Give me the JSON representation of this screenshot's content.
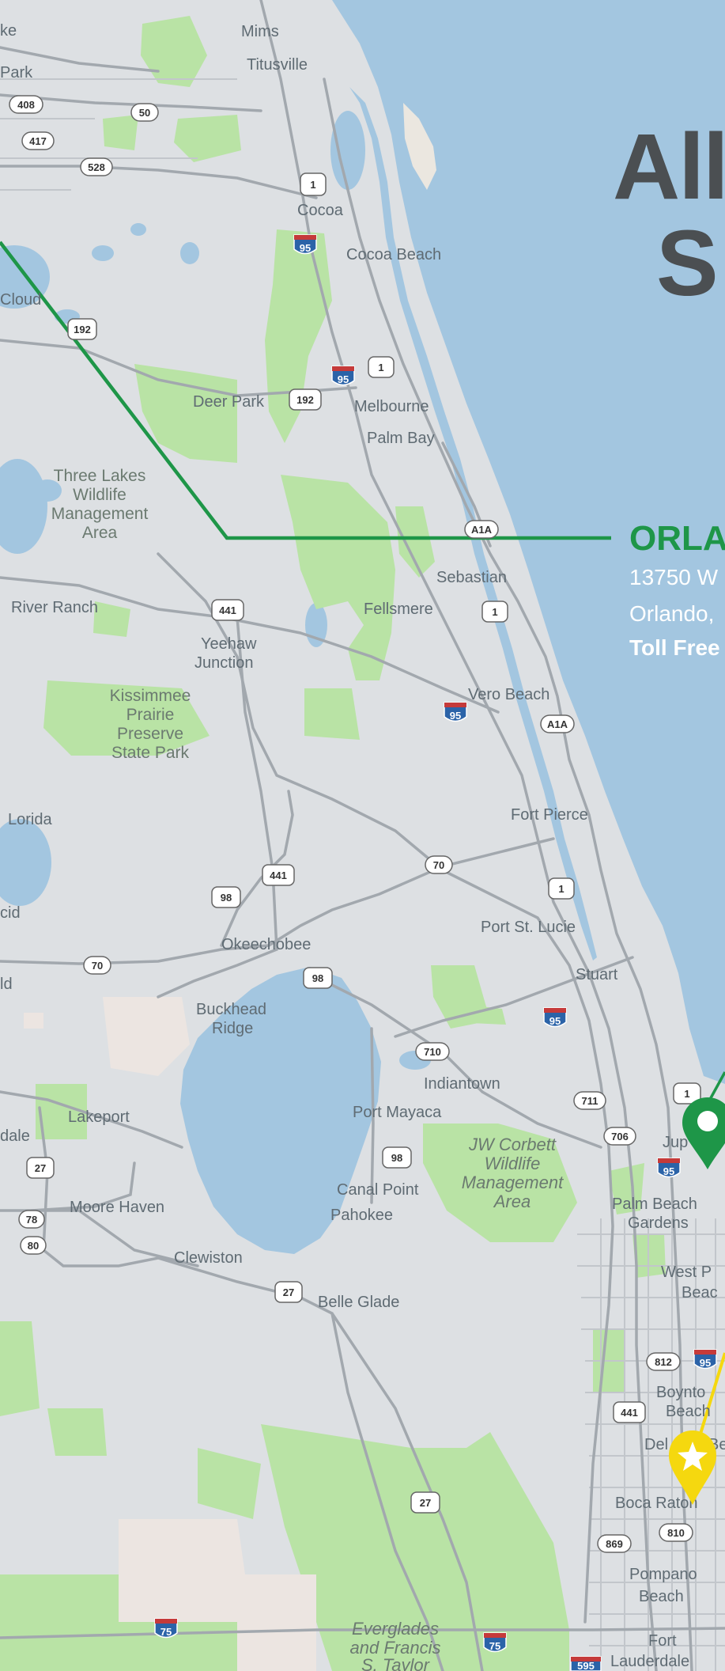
{
  "headline": {
    "line1": "All",
    "line2": "S"
  },
  "office": {
    "name": "ORLA",
    "address_line1": "13750 W",
    "address_line2": "Orlando,",
    "phone_label": "Toll Free"
  },
  "colors": {
    "ocean": "#a3c6e0",
    "land": "#dde0e3",
    "park": "#b9e3a5",
    "road": "#a2a8ae",
    "accent_green": "#1e9648",
    "accent_yellow": "#f5d80f",
    "title_gray": "#4b4f52"
  },
  "markers": [
    {
      "name": "green-location-pin",
      "icon": "map-pin-icon",
      "color": "#1e9648"
    },
    {
      "name": "yellow-star-pin",
      "icon": "star-pin-icon",
      "color": "#f5d80f"
    }
  ],
  "places": [
    "ke",
    "Mims",
    "Titusville",
    "Park",
    "Cocoa",
    "Cocoa Beach",
    "Cloud",
    "Deer Park",
    "Melbourne",
    "Palm Bay",
    "Sebastian",
    "Fellsmere",
    "River Ranch",
    "Yeehaw",
    "Junction",
    "Vero Beach",
    "Lorida",
    "Fort Pierce",
    "Okeechobee",
    "Port St. Lucie",
    "Stuart",
    "Buckhead",
    "Ridge",
    "Indiantown",
    "Port Mayaca",
    "Lakeport",
    "dale",
    "Canal Point",
    "Pahokee",
    "Moore Haven",
    "Clewiston",
    "Belle Glade",
    "Jup",
    "Palm Beach",
    "Gardens",
    "West P",
    "Beac",
    "Boynto",
    "Beach",
    "Del",
    "Be",
    "Boca Raton",
    "Pompano",
    "Beach",
    "Fort",
    "Lauderdale",
    "cid",
    "ld"
  ],
  "parks": [
    "Three Lakes",
    "Wildlife",
    "Management",
    "Area",
    "Kissimmee",
    "Prairie",
    "Preserve",
    "State Park",
    "JW Corbett",
    "Wildlife",
    "Management",
    "Area",
    "Everglades",
    "and Francis",
    "S. Taylor"
  ],
  "shields": [
    "408",
    "50",
    "417",
    "528",
    "1",
    "95",
    "192",
    "95",
    "1",
    "192",
    "A1A",
    "441",
    "1",
    "95",
    "A1A",
    "441",
    "98",
    "70",
    "1",
    "70",
    "98",
    "95",
    "710",
    "711",
    "706",
    "1",
    "95",
    "98",
    "27",
    "78",
    "80",
    "27",
    "812",
    "95",
    "441",
    "869",
    "810",
    "27",
    "75",
    "75",
    "595"
  ]
}
